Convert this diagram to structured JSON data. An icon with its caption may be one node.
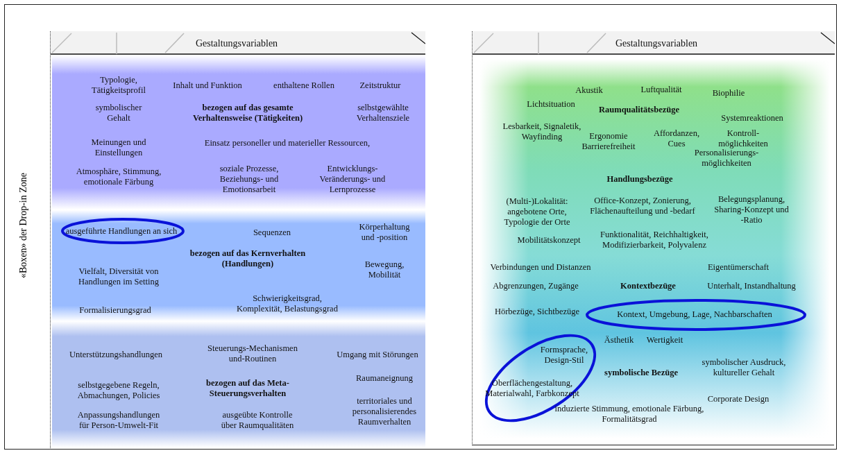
{
  "diagram": {
    "nodes": [
      {
        "text": [
          "Gestaltungsvariablen"
        ]
      },
      {
        "text": [
          "Typologie, Tätigkeitsprofil",
          "Inhalt und Funktion",
          "enthaltene Rollen",
          "Zeitstruktur",
          "symbolischer Gehalt",
          "bezogen auf das gesamte Verhaltensweise (Tätigkeiten)",
          "selbstgewählte Verhaltensziele",
          "Meinungen und Einstellungen",
          "Einsatz personeller und materieller Ressourcen,",
          "Atmosphäre, Stimmung, emotionale Färbung",
          "soziale Prozesse, Beziehungs- und Emotionsarbeit",
          "Entwicklungs- Veränderungs- und Lernprozesse"
        ],
        "in": 0
      },
      {
        "text": [
          "Sequenzen",
          "Körperhaltung und -position",
          "bezogen auf das Kernverhalten (Handlungen)",
          "Bewegung, Mobilität",
          "Vielfalt, Diversität von Handlungen im Setting",
          "Formalisierungsgrad",
          "Schwierigkeitsgrad, Komplexität, Belastungsgrad"
        ],
        "in": 0
      },
      {
        "text": [
          "ausgeführte Handlungen an sich"
        ],
        "in": 2
      },
      {
        "text": [
          "Unterstützungshandlungen",
          "Steuerungs-Mechanismen und-Routinen",
          "Umgang mit Störungen",
          "selbstgegebene Regeln, Abmachungen, Policies",
          "bezogen auf das Meta- Steuerungsverhalten",
          "Raumaneignung",
          "Anpassungshandlungen für Person-Umwelt-Fit",
          "ausgeübte Kontrolle über Raumqualitäten",
          "territoriales und personalisierendes Raumverhalten"
        ],
        "in": 0
      },
      {
        "text": [
          "Gestaltungsvariablen"
        ]
      },
      {
        "text": [
          "Akustik",
          "Luftqualität",
          "Biophilie",
          "Lichtsituation",
          "Raumqualitätsbezüge",
          "Systemreaktionen",
          "Lesbarkeit, Signaletik, Wayfinding",
          "Ergonomie Barrierefreiheit",
          "Affordanzen, Cues",
          "Kontroll- möglichkeiten",
          "Personalisierungs- möglichkeiten"
        ],
        "in": 5
      },
      {
        "text": [
          "Handlungsbezüge",
          "(Multi-)Lokalität: angebotene Orte, Typologie der Orte",
          "Office-Konzept, Zonierung, Flächenaufteilung und -bedarf",
          "Belegungsplanung, Sharing-Konzept und -Ratio",
          "Mobilitätskonzept",
          "Funktionalität, Reichhaltigkeit, Modifizierbarkeit, Polyvalenz"
        ],
        "in": 5
      },
      {
        "text": [
          "Verbindungen und Distanzen",
          "Eigentümerschaft",
          "Abgrenzungen, Zugänge",
          "Kontextbezüge",
          "Unterhalt, Instandhaltung",
          "Hörbezüge, Sichtbezüge"
        ],
        "in": 5
      },
      {
        "text": [
          "Kontext, Umgebung, Lage, Nachbarschaften"
        ],
        "in": 8
      },
      {
        "text": [
          "Ästhetik",
          "Wertigkeit",
          "symbolische Bezüge",
          "symbolischer Ausdruck, kultureller Gehalt",
          "Corporate Design",
          "induzierte Stimmung, emotionale Färbung, Formalitätsgrad"
        ],
        "in": 5
      },
      {
        "text": [
          "Formsprache, Design-Stil",
          "Oberflächengestaltung, Materialwahl, Farbkonzept"
        ],
        "in": 10
      }
    ],
    "labels": [
      "«Boxen» der Drop-in Zone"
    ]
  }
}
